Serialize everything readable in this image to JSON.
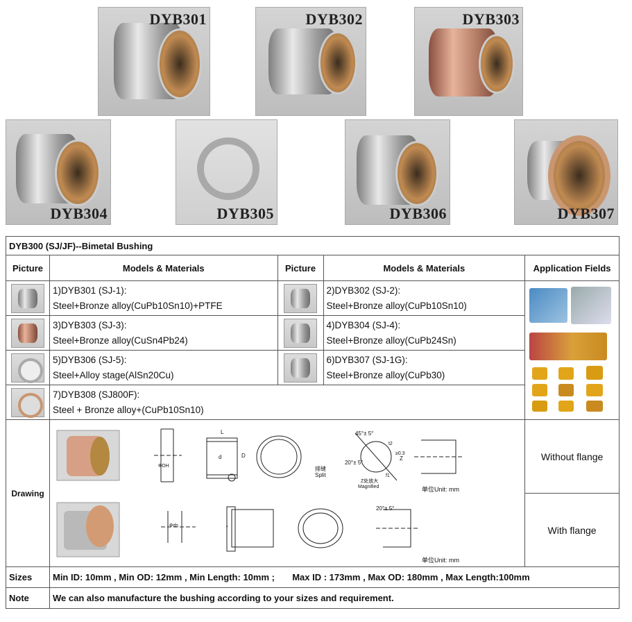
{
  "photos": [
    {
      "label": "DYB301"
    },
    {
      "label": "DYB302"
    },
    {
      "label": "DYB303"
    },
    {
      "label": "DYB304"
    },
    {
      "label": "DYB305"
    },
    {
      "label": "DYB306"
    },
    {
      "label": "DYB307"
    }
  ],
  "table": {
    "title": "DYB300 (SJ/JF)--Bimetal Bushing",
    "headers": {
      "picture": "Picture",
      "models": "Models & Materials",
      "picture2": "Picture",
      "models2": "Models & Materials",
      "app": "Application Fields"
    },
    "rows": [
      {
        "m1": "1)DYB301 (SJ-1):",
        "d1": "Steel+Bronze alloy(CuPb10Sn10)+PTFE",
        "m2": "2)DYB302 (SJ-2):",
        "d2": "Steel+Bronze alloy(CuPb10Sn10)"
      },
      {
        "m1": "3)DYB303 (SJ-3):",
        "d1": "Steel+Bronze alloy(CuSn4Pb24)",
        "m2": "4)DYB304 (SJ-4):",
        "d2": "Steel+Bronze alloy(CuPb24Sn)"
      },
      {
        "m1": "5)DYB306 (SJ-5):",
        "d1": "Steel+Alloy stage(AlSn20Cu)",
        "m2": "6)DYB307 (SJ-1G):",
        "d2": "Steel+Bronze alloy(CuPb30)"
      },
      {
        "m1": "7)DYB308 (SJ800F):",
        "d1": "Steel + Bronze alloy+(CuPb10Sn10)"
      }
    ],
    "drawing_label": "Drawing",
    "without_flange": "Without flange",
    "with_flange": "With flange",
    "drawing_text": {
      "split": "Split",
      "magnified": "Magnified",
      "zoom": "Z处放大",
      "z": "Z",
      "unit": "单位Unit:  mm",
      "angle1": "45°± 5°",
      "angle2": "20°± 5°",
      "split_cn": "排缝",
      "t2": "t2",
      "dim_d": "d",
      "dim_D": "D",
      "dim_L": "L",
      "dim_dh": "ΦDH",
      "dim_ds": "Φds",
      "dim_f": "f",
      "dim_fl": "f1",
      "dim_03": "≥0.3"
    },
    "sizes_label": "Sizes",
    "sizes_min": "Min ID: 10mm , Min  OD: 12mm , Min Length: 10mm ;",
    "sizes_max": "Max ID : 173mm , Max OD: 180mm , Max Length:100mm",
    "note_label": "Note",
    "note_text": "We can also manufacture the bushing according to your sizes and requirement."
  }
}
